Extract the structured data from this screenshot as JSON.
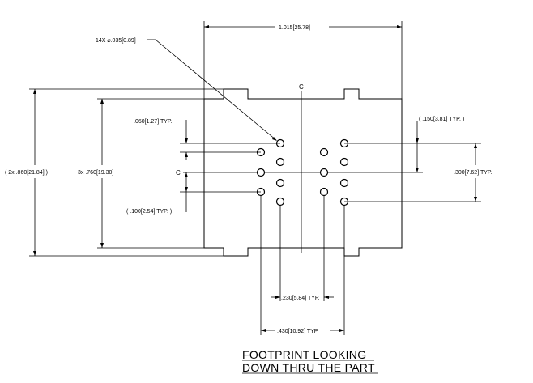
{
  "drawing": {
    "labels": {
      "overall_width": "1.015[25.78]",
      "hole_callout": "14X ⌀.035[0.89]",
      "overall_height": "( 2x .860[21.84] )",
      "inner_height": "3x .760[19.30]",
      "pitch_050": ".050[1.27] TYP.",
      "pitch_100": "( .100[2.54] TYP. )",
      "pitch_150": "( .150[3.81] TYP. )",
      "pitch_300": ".300[7.62] TYP.",
      "spacing_230": ".230[5.84] TYP.",
      "spacing_430": ".430[10.92] TYP.",
      "centerline_top": "C",
      "centerline_left": "C"
    },
    "caption": {
      "line1": "FOOTPRINT LOOKING",
      "line2": "DOWN THRU THE PART"
    }
  }
}
